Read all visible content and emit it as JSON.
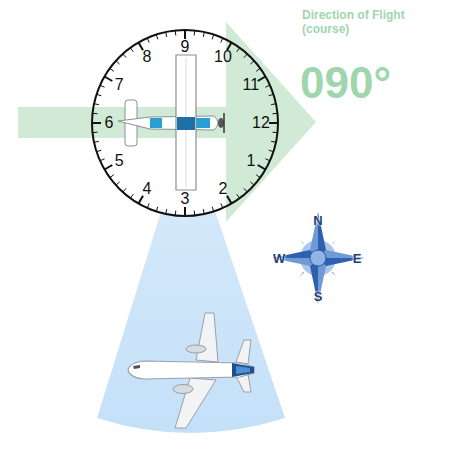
{
  "diagram": {
    "labels": [
      "Direction of Flight (course)",
      "090°",
      "1",
      "2",
      "3",
      "4",
      "5",
      "6",
      "7",
      "8",
      "9",
      "10",
      "11",
      "12",
      "N",
      "E",
      "S",
      "W"
    ]
  }
}
